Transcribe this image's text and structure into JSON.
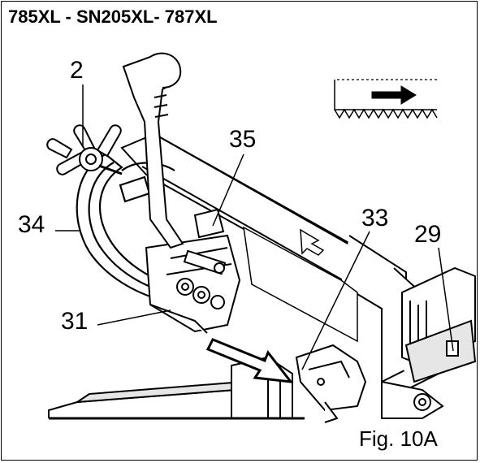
{
  "header": {
    "title": "785XL - SN205XL- 787XL"
  },
  "callouts": {
    "c2": "2",
    "c34": "34",
    "c35": "35",
    "c33": "33",
    "c29": "29",
    "c31": "31"
  },
  "figure": {
    "label": "Fig.  10A"
  },
  "icons": {
    "direction": "arrow-right-icon",
    "blade": "saw-blade-teeth-icon"
  },
  "colors": {
    "ink": "#000000",
    "paper": "#ffffff",
    "shade": "#d8d8d8"
  }
}
